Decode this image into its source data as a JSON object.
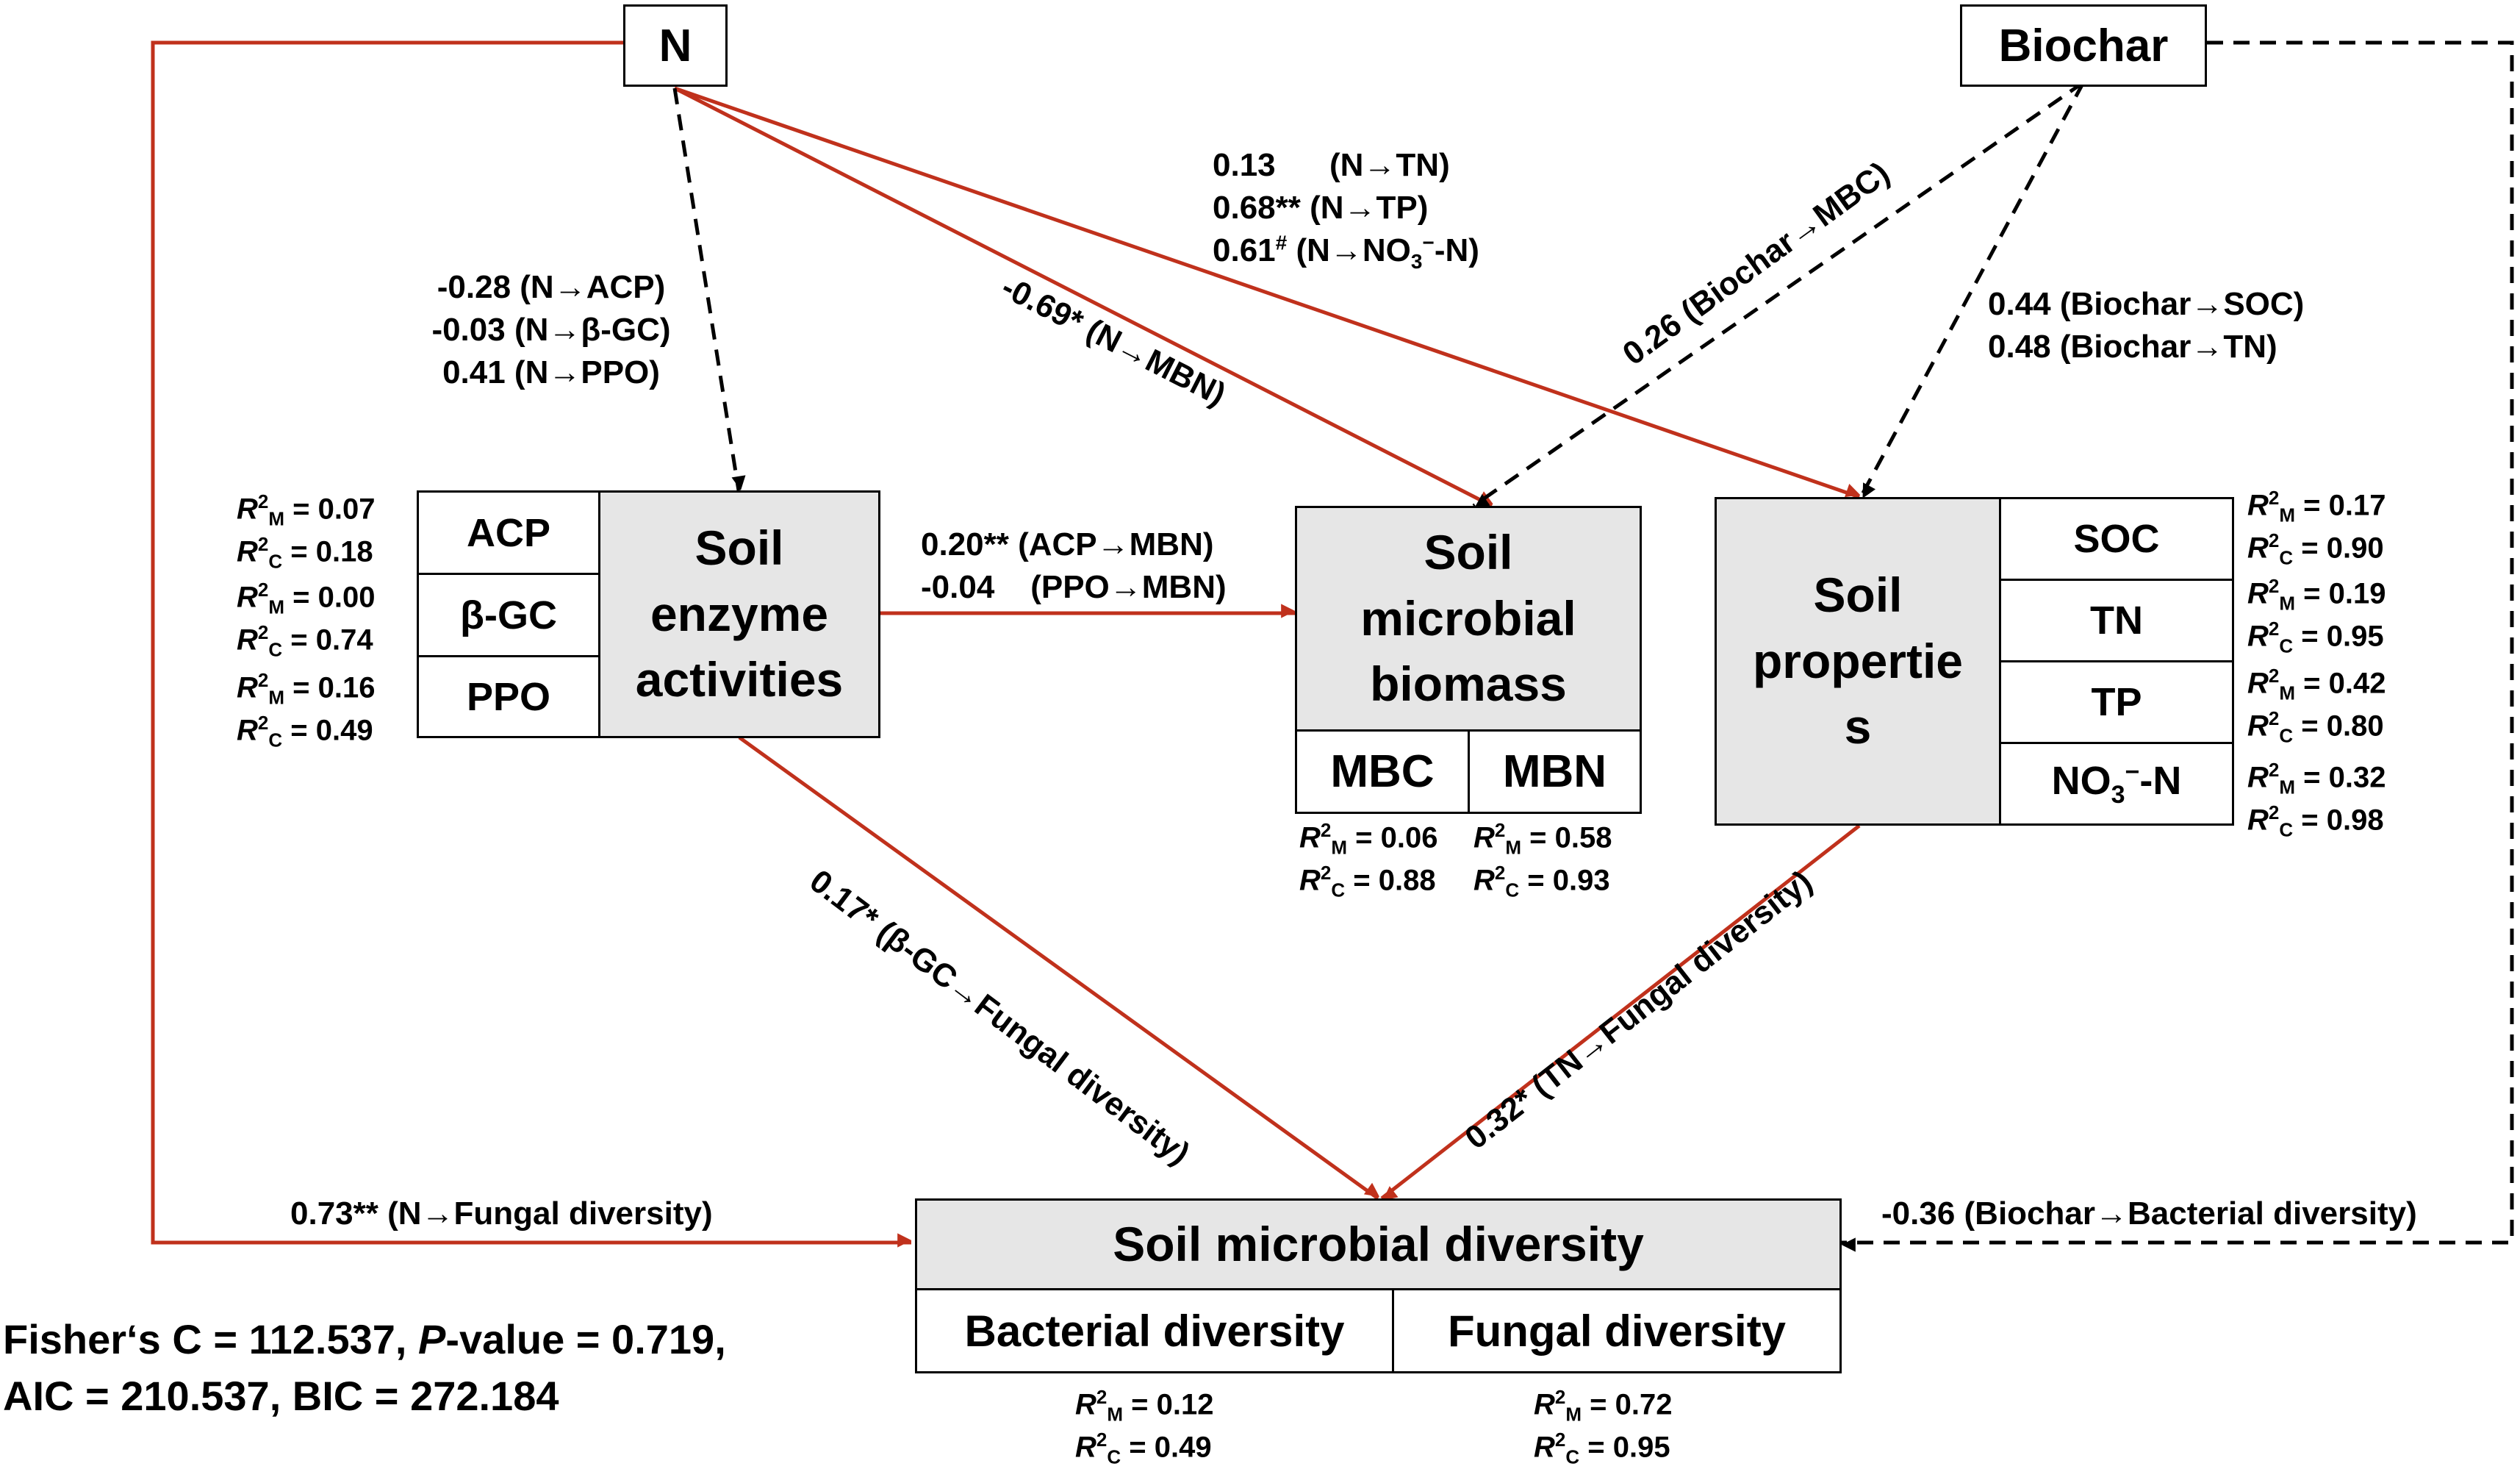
{
  "nodes": {
    "n": "N",
    "biochar": "Biochar",
    "enzyme": {
      "title_lines": [
        "Soil",
        "enzyme",
        "activities"
      ],
      "items": [
        "ACP",
        "β-GC",
        "PPO"
      ]
    },
    "biomass": {
      "title_lines": [
        "Soil",
        "microbial",
        "biomass"
      ],
      "items": [
        "MBC",
        "MBN"
      ]
    },
    "properties": {
      "title_lines": [
        "Soil",
        "propertie",
        "s"
      ],
      "items": [
        "SOC",
        "TN",
        "TP"
      ],
      "no3_main": "NO",
      "no3_sub": "3",
      "no3_sup": "−",
      "no3_tail": "-N"
    },
    "diversity": {
      "title": "Soil microbial diversity",
      "items": [
        "Bacterial diversity",
        "Fungal diversity"
      ]
    }
  },
  "paths": {
    "n_to_enzyme": [
      "-0.28 (N→ACP)",
      "-0.03 (N→β-GC)",
      "0.41 (N→PPO)"
    ],
    "n_to_mbn": "-0.69* (N→MBN)",
    "n_to_props": {
      "tn": "0.13      (N→TN)",
      "tp": "0.68** (N→TP)",
      "no3_coef": "0.61",
      "no3_mark": "#",
      "no3_rel_a": " (N→NO",
      "no3_rel_sub": "3",
      "no3_rel_sup": "−",
      "no3_rel_b": "-N)"
    },
    "biochar_to_mbc": "0.26 (Biochar→MBC)",
    "biochar_to_props": [
      "0.44 (Biochar→SOC)",
      "0.48 (Biochar→TN)"
    ],
    "enzyme_to_mbn": [
      "0.20** (ACP→MBN)",
      "-0.04    (PPO→MBN)"
    ],
    "enzyme_to_fungal": "0.17* (β-GC→Fungal diversity)",
    "props_to_fungal": "0.32* (TN→Fungal diversity)",
    "n_to_fungal": "0.73** (N→Fungal diversity)",
    "biochar_to_bacterial": "-0.36 (Biochar→Bacterial diversity)"
  },
  "r2": {
    "acp": {
      "m": "0.07",
      "c": "0.18"
    },
    "bgc": {
      "m": "0.00",
      "c": "0.74"
    },
    "ppo": {
      "m": "0.16",
      "c": "0.49"
    },
    "mbc": {
      "m": "0.06",
      "c": "0.88"
    },
    "mbn": {
      "m": "0.58",
      "c": "0.93"
    },
    "soc": {
      "m": "0.17",
      "c": "0.90"
    },
    "tn": {
      "m": "0.19",
      "c": "0.95"
    },
    "tp": {
      "m": "0.42",
      "c": "0.80"
    },
    "no3": {
      "m": "0.32",
      "c": "0.98"
    },
    "bacterial": {
      "m": "0.12",
      "c": "0.49"
    },
    "fungal": {
      "m": "0.72",
      "c": "0.95"
    }
  },
  "fit": {
    "line1_a": "Fisher‘s C = 112.537, ",
    "line1_p": "P",
    "line1_b": "-value = 0.719,",
    "line2": "AIC = 210.537, BIC = 272.184"
  },
  "colors": {
    "significant_path": "#c0311c",
    "nonsignificant_path": "#000000",
    "box_fill": "#e6e6e6"
  }
}
